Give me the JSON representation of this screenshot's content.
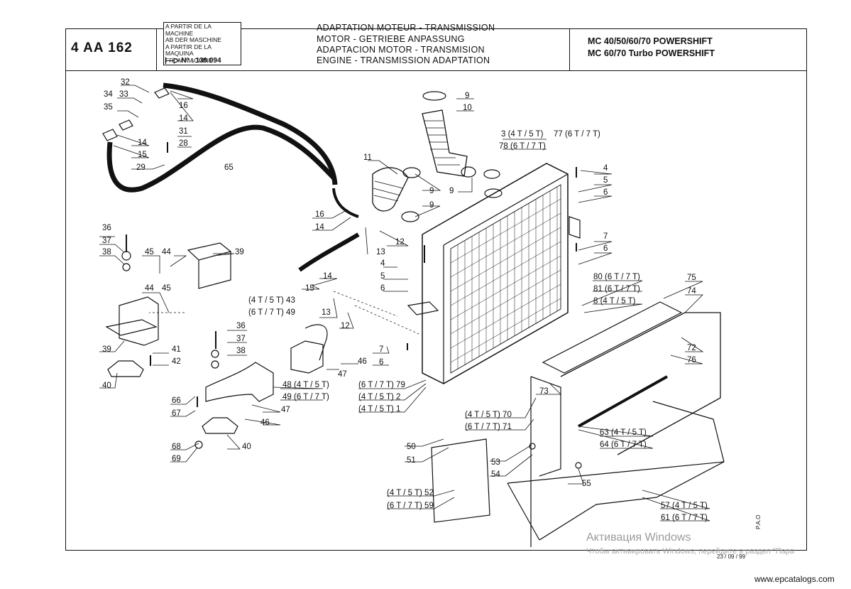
{
  "header": {
    "code": "4 AA 162",
    "applicability": [
      "A PARTIR DE LA MACHINE",
      "AB DER MASCHINE",
      "A PARTIR DE LA MAQUINA",
      "FROM MACHINE"
    ],
    "serial": "N° : 139 094",
    "titles": [
      "ADAPTATION MOTEUR - TRANSMISSION",
      "MOTOR - GETRIEBE ANPASSUNG",
      "ADAPTACION MOTOR - TRANSMISION",
      "ENGINE - TRANSMISSION ADAPTATION"
    ],
    "models": [
      "MC 40/50/60/70 POWERSHIFT",
      "MC 60/70 Turbo POWERSHIFT"
    ]
  },
  "callouts": {
    "c32": "32",
    "c33": "33",
    "c34": "34",
    "c35": "35",
    "c16a": "16",
    "c14a": "14",
    "c14b": "14",
    "c15a": "15",
    "c31": "31",
    "c28": "28",
    "c29": "29",
    "c65": "65",
    "c9a": "9",
    "c10": "10",
    "c11": "11",
    "c9b": "9",
    "c9c": "9",
    "c9d": "9",
    "c3": "3 (4 T / 5 T)",
    "c77": "77 (6 T / 7 T)",
    "c78": "78 (6 T / 7 T)",
    "c4a": "4",
    "c5a": "5",
    "c6a": "6",
    "c7a": "7",
    "c6b": "6",
    "c16b": "16",
    "c14c": "14",
    "c13a": "13",
    "c12a": "12",
    "c4b": "4",
    "c5b": "5",
    "c6c": "6",
    "c14d": "14",
    "c15b": "15",
    "c13b": "13",
    "c12b": "12",
    "c36a": "36",
    "c37a": "37",
    "c38a": "38",
    "c45a": "45",
    "c44a": "44",
    "c39a": "39",
    "c44b": "44",
    "c45b": "45",
    "c39b": "39",
    "c41": "41",
    "c42": "42",
    "c40a": "40",
    "c43": "(4 T / 5 T) 43",
    "c49a": "(6 T / 7 T) 49",
    "c36b": "36",
    "c37b": "37",
    "c38b": "38",
    "c7b": "7",
    "c6d": "6",
    "c46a": "46",
    "c47a": "47",
    "c48": "48 (4 T / 5 T)",
    "c49b": "49 (6 T / 7 T)",
    "c47b": "47",
    "c46b": "46",
    "c66": "66",
    "c67": "67",
    "c68": "68",
    "c69": "69",
    "c40b": "40",
    "c79": "(6 T / 7 T) 79",
    "c2": "(4 T / 5 T) 2",
    "c1": "(4 T / 5 T) 1",
    "c80": "80 (6 T / 7 T)",
    "c81": "81 (6 T / 7 T)",
    "c8": "8 (4 T / 5 T)",
    "c75": "75",
    "c74": "74",
    "c72": "72",
    "c76": "76",
    "c73": "73",
    "c70": "(4 T / 5 T) 70",
    "c71": "(6 T / 7 T) 71",
    "c63": "63 (4 T / 5 T)",
    "c64": "64 (6 T / 7 T)",
    "c50": "50",
    "c51": "51",
    "c53": "53",
    "c54": "54",
    "c55": "55",
    "c52": "(4 T / 5 T) 52",
    "c59": "(6 T / 7 T) 59",
    "c57": "57 (4 T / 5 T)",
    "c61": "61 (6 T / 7 T)"
  },
  "footer": {
    "watermark_title": "Активация Windows",
    "watermark_text": "Чтобы активировать Windows, перейдите в раздел \"Пара",
    "date": "23 / 09 / 99",
    "author": "P.A.O",
    "site": "www.epcatalogs.com"
  }
}
